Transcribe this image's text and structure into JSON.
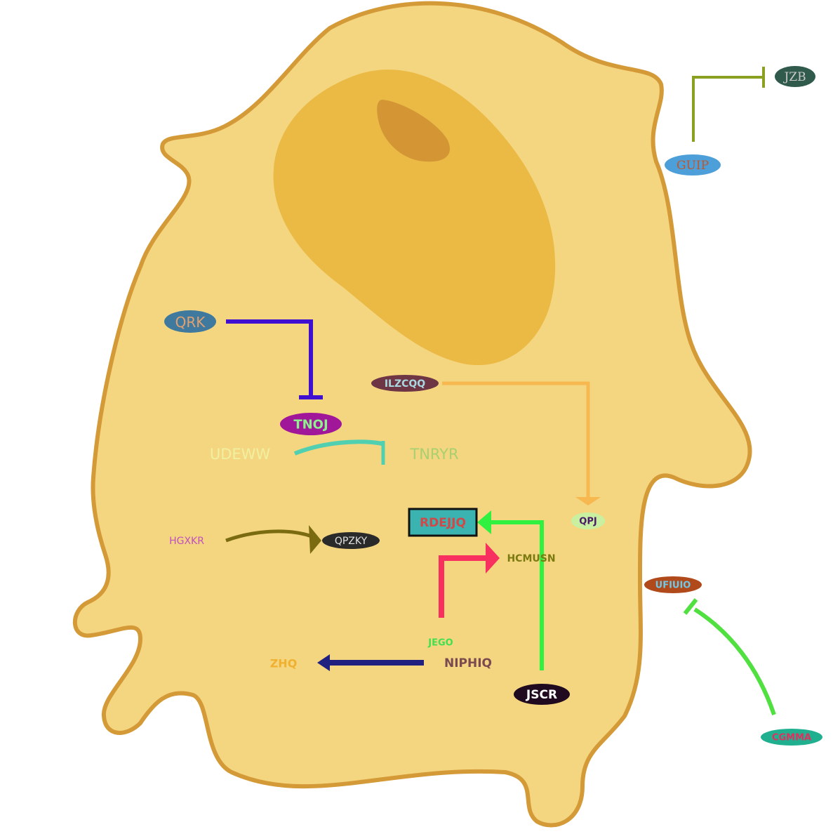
{
  "nodes": {
    "jzb": {
      "label": "JZB",
      "fill": "#2f5a4c",
      "text": "#c9c9c9"
    },
    "guip": {
      "label": "GUIP",
      "fill": "#4d9fd9",
      "text": "#c0572a"
    },
    "qrk": {
      "label": "QRK",
      "fill": "#3f7a9e",
      "text": "#e0a070"
    },
    "tnoj": {
      "label": "TNOJ",
      "fill": "#a0179a",
      "text": "#8ef08e"
    },
    "ilzcqq": {
      "label": "ILZCQQ",
      "fill": "#6e3545",
      "text": "#a8d8e0"
    },
    "udeww": {
      "label": "UDEWW",
      "text": "#f0f0a0"
    },
    "tnryr": {
      "label": "TNRYR",
      "text": "#a8d070"
    },
    "rdejjq": {
      "label": "RDEJJQ",
      "fill": "#3bb3b0",
      "text": "#d04848",
      "stroke": "#111111"
    },
    "qpj": {
      "label": "QPJ",
      "fill": "#c8f0a0",
      "text": "#4a1a6a"
    },
    "hgxkr": {
      "label": "HGXKR",
      "text": "#c050c0"
    },
    "qpzky": {
      "label": "QPZKY",
      "fill": "#2a2a2a",
      "text": "#e0e0e0"
    },
    "hcmusn": {
      "label": "HCMUSN",
      "text": "#7a7a10"
    },
    "ufiuio": {
      "label": "UFIUIO",
      "fill": "#b04a1a",
      "text": "#70c8e8"
    },
    "jego": {
      "label": "JEGO",
      "text": "#40e050"
    },
    "zhq": {
      "label": "ZHQ",
      "text": "#f0b030"
    },
    "niphiq": {
      "label": "NIPHIQ",
      "text": "#7a4a50"
    },
    "jscr": {
      "label": "JSCR",
      "fill": "#200a20",
      "text": "#ffffff"
    },
    "cgmma": {
      "label": "CGMMA",
      "fill": "#20b090",
      "text": "#e03060"
    }
  },
  "edges": {
    "guip_jzb": {
      "type": "inhibition",
      "color": "#8aa020"
    },
    "qrk_tnoj": {
      "type": "inhibition",
      "color": "#4010d0"
    },
    "ilzcqq_qpj": {
      "type": "activation",
      "color": "#f8b850"
    },
    "udeww_tnryr": {
      "type": "inhibition",
      "color": "#50d0b0"
    },
    "hgxkr_qpzky": {
      "type": "activation",
      "color": "#7a6a10"
    },
    "jscr_rdejjq": {
      "type": "activation",
      "color": "#30f040"
    },
    "jego_hcmusn": {
      "type": "activation",
      "color": "#f83060"
    },
    "niphiq_zhq": {
      "type": "activation",
      "color": "#202080"
    },
    "cgmma_ufiuio": {
      "type": "inhibition",
      "color": "#50e040"
    }
  },
  "cell": {
    "membrane_fill": "#f5d680",
    "membrane_stroke": "#d49a38",
    "nucleus_fill": "#eaba45",
    "nucleolus_fill": "#d49535"
  }
}
